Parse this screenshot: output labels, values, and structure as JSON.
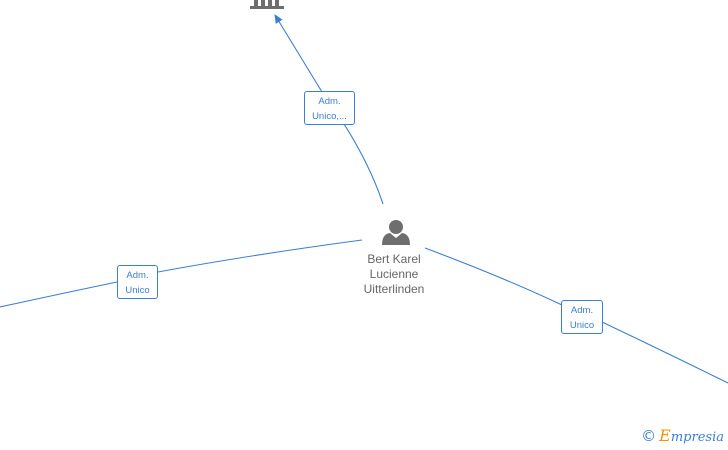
{
  "nodes": {
    "person": {
      "icon": "person-icon",
      "name_lines": [
        "Bert Karel",
        "Lucienne",
        "Uitterlinden"
      ],
      "color": "#6e6e6e"
    },
    "company_top": {
      "icon": "building-icon",
      "color": "#6e6e6e"
    }
  },
  "edges": [
    {
      "id": "top",
      "label_lines": [
        "Adm.",
        "Unico,..."
      ]
    },
    {
      "id": "left",
      "label_lines": [
        "Adm.",
        "Unico"
      ]
    },
    {
      "id": "right",
      "label_lines": [
        "Adm.",
        "Unico"
      ]
    }
  ],
  "colors": {
    "edge": "#3a7fd5",
    "node": "#6e6e6e"
  },
  "watermark": {
    "copyright_symbol": "©",
    "brand_first": "E",
    "brand_rest": "mpresia"
  }
}
